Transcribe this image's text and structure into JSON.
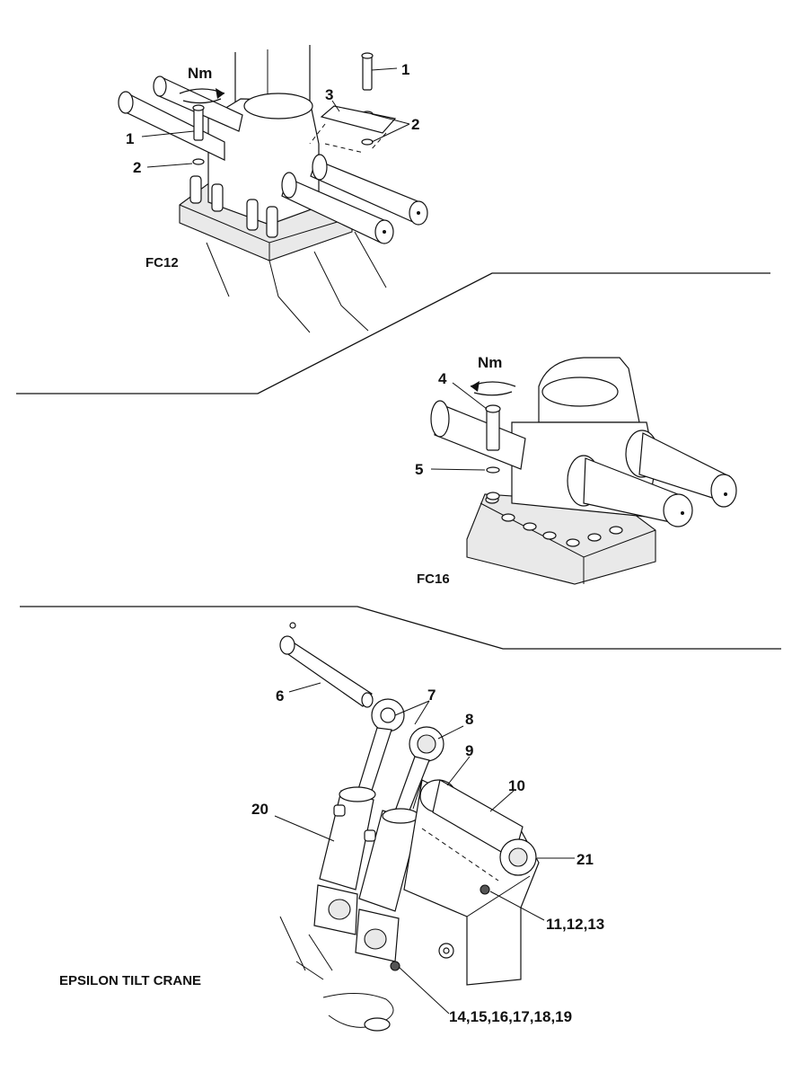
{
  "sections": {
    "fc12": {
      "caption": "FC12",
      "torque_label": "Nm",
      "callouts": [
        "1",
        "1",
        "2",
        "2",
        "3"
      ]
    },
    "fc16": {
      "caption": "FC16",
      "torque_label": "Nm",
      "callouts": [
        "4",
        "5"
      ]
    },
    "epsilon": {
      "caption": "EPSILON TILT CRANE",
      "callouts": [
        "6",
        "7",
        "8",
        "9",
        "10",
        "20",
        "21",
        "11,12,13",
        "14,15,16,17,18,19"
      ]
    }
  },
  "icons": [
    "torque-arrow-icon"
  ]
}
